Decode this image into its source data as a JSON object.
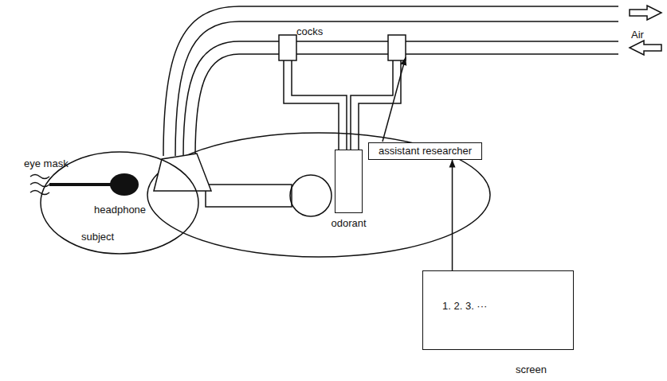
{
  "diagram": {
    "nodes": [
      {
        "text": [
          "subject"
        ]
      },
      {
        "text": [
          "odorant"
        ]
      },
      {
        "text": [
          "assistant researcher"
        ]
      },
      {
        "text": [
          "1. 2. 3. ···",
          "screen"
        ]
      }
    ],
    "edges": [
      {
        "from": 3,
        "to": 2,
        "arrow": "to"
      }
    ],
    "labels": [
      "eye mask",
      "cocks",
      "Air",
      "headphone"
    ]
  }
}
